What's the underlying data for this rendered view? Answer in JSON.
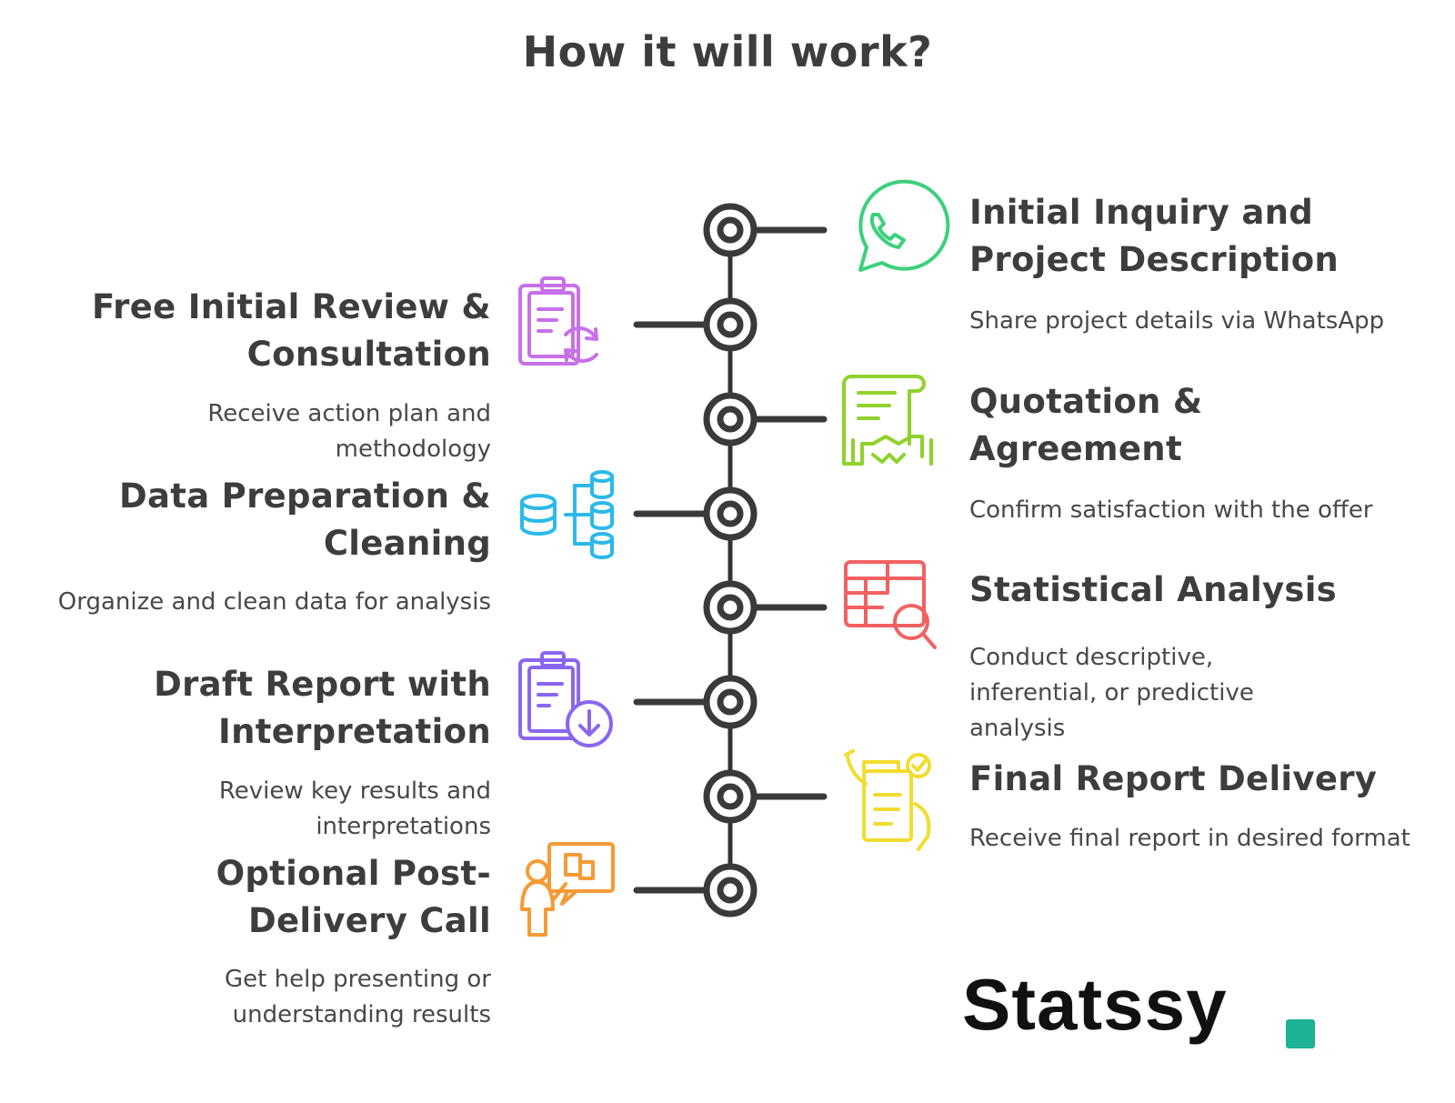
{
  "title": "How it will work?",
  "steps": [
    {
      "title": "Initial Inquiry and Project Description",
      "desc": "Share project details via WhatsApp",
      "side": "right",
      "icon": "whatsapp-icon",
      "color": "#3cd07c"
    },
    {
      "title": "Free Initial Review & Consultation",
      "desc": "Receive action plan and methodology",
      "side": "left",
      "icon": "clipboard-refresh-icon",
      "color": "#c770e8"
    },
    {
      "title": "Quotation & Agreement",
      "desc": "Confirm satisfaction with the offer",
      "side": "right",
      "icon": "contract-handshake-icon",
      "color": "#8fd22c"
    },
    {
      "title": "Data Preparation & Cleaning",
      "desc": "Organize and clean data for analysis",
      "side": "left",
      "icon": "database-tree-icon",
      "color": "#2bb9ea"
    },
    {
      "title": "Statistical Analysis",
      "desc": "Conduct descriptive, inferential, or predictive analysis",
      "side": "right",
      "icon": "table-magnifier-icon",
      "color": "#f26161"
    },
    {
      "title": "Draft Report with Interpretation",
      "desc": "Review key results and interpretations",
      "side": "left",
      "icon": "clipboard-download-icon",
      "color": "#8a66f0"
    },
    {
      "title": "Final Report Delivery",
      "desc": "Receive final report in desired format",
      "side": "right",
      "icon": "checklist-hand-icon",
      "color": "#f2dc2f"
    },
    {
      "title": "Optional Post-Delivery Call",
      "desc": "Get help presenting or understanding results",
      "side": "left",
      "icon": "presenter-chat-icon",
      "color": "#f69a36"
    }
  ],
  "brand": {
    "name": "Statssy",
    "dot_color": "#1bb394"
  }
}
